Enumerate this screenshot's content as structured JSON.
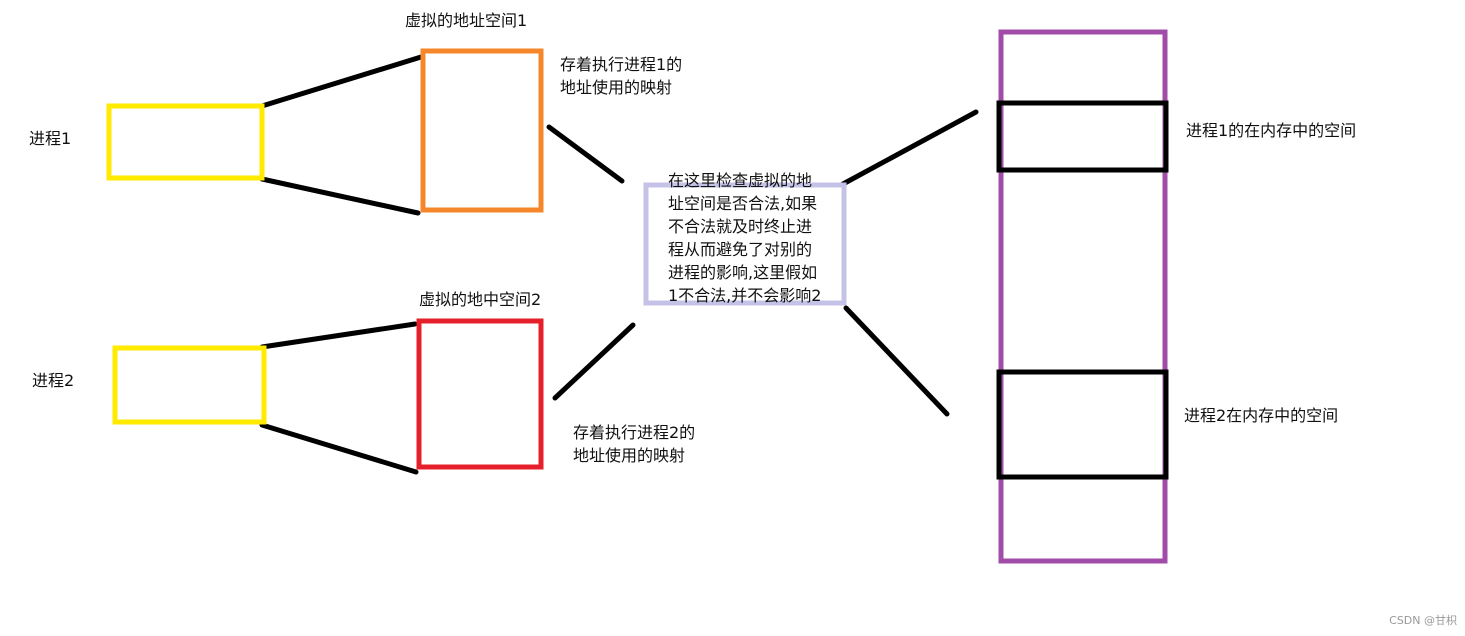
{
  "process_1": {
    "label": "进程1",
    "color": "#ffea00"
  },
  "process_2": {
    "label": "进程2",
    "color": "#ffea00"
  },
  "virtual_space_1": {
    "title": "虚拟的地址空间1",
    "color": "#f5872a",
    "description_lines": [
      "存着执行进程1的",
      "地址使用的映射"
    ]
  },
  "virtual_space_2": {
    "title": "虚拟的地中空间2",
    "color": "#e5202a",
    "description_lines": [
      "存着执行进程2的",
      "地址使用的映射"
    ]
  },
  "check_box": {
    "color": "#c4c2e6",
    "text_lines": [
      "在这里检查虚拟的地",
      "址空间是否合法,如果",
      "不合法就及时终止进",
      "程从而避免了对别的",
      "进程的影响,这里假如",
      "1不合法,并不会影响2"
    ]
  },
  "memory": {
    "color": "#a04ca8",
    "segment_color": "#000000",
    "segment_1_label": "进程1的在内存中的空间",
    "segment_2_label": "进程2在内存中的空间"
  },
  "connector_color": "#000000",
  "watermark": "CSDN @甘枳"
}
